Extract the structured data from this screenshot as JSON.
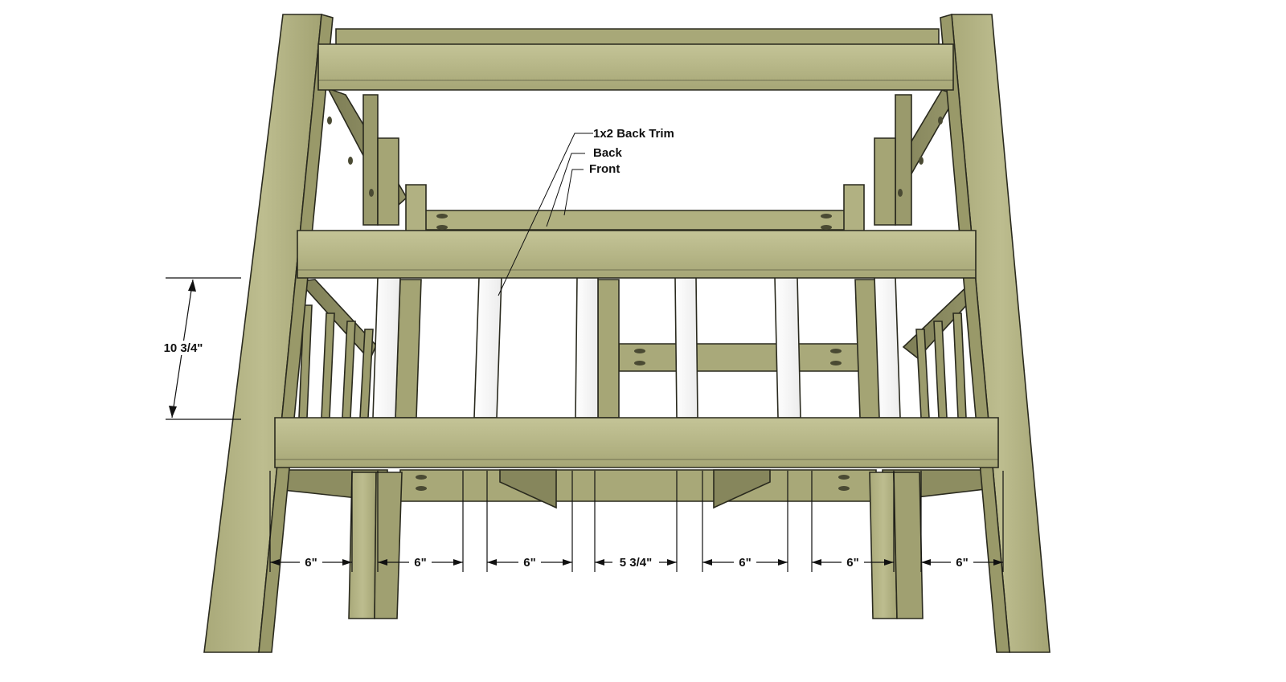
{
  "labels": {
    "back_trim": "1x2 Back Trim",
    "back": "Back",
    "front": "Front"
  },
  "dimensions": {
    "height": "10 3/4\"",
    "gaps": [
      "6\"",
      "6\"",
      "6\"",
      "5 3/4\"",
      "6\"",
      "6\"",
      "6\""
    ]
  },
  "colors": {
    "wood": "#b9b98a",
    "wood_dark": "#8e8e62",
    "wood_shade": "#6f6f4a",
    "slat": "#ffffff",
    "outline": "#2a2a1e"
  }
}
